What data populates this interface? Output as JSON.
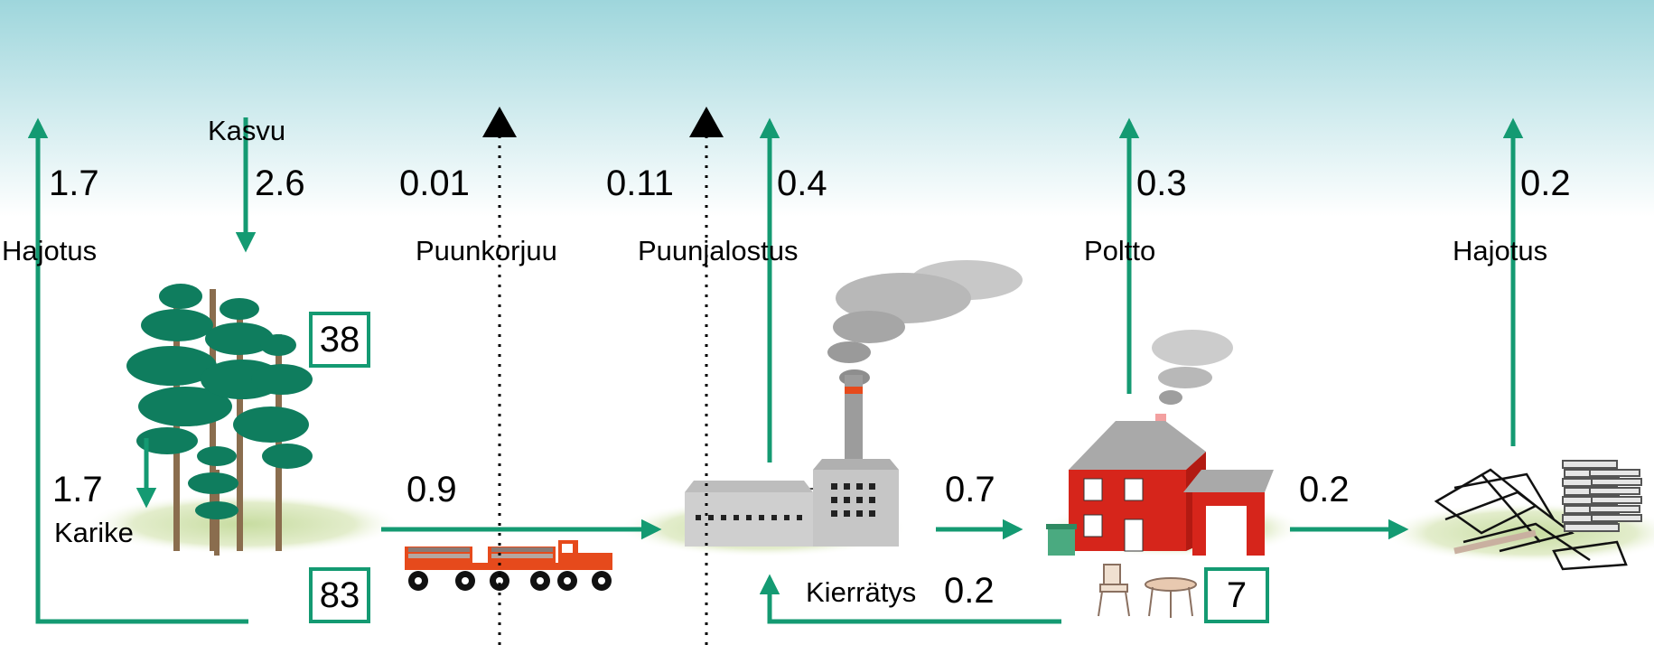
{
  "labels": {
    "kasvu": "Kasvu",
    "hajotus_left": "Hajotus",
    "puunkorjuu": "Puunkorjuu",
    "puunjalostus": "Puunjalostus",
    "poltto": "Poltto",
    "hajotus_right": "Hajotus",
    "karike": "Karike",
    "kierratys": "Kierrätys"
  },
  "flows": {
    "hajotus_left": "1.7",
    "kasvu": "2.6",
    "puunkorjuu_emission": "0.01",
    "puunjalostus_emission": "0.11",
    "factory_emission": "0.4",
    "poltto_emission": "0.3",
    "hajotus_right": "0.2",
    "karike": "1.7",
    "forest_to_factory": "0.9",
    "factory_to_house": "0.7",
    "house_to_waste": "0.2",
    "kierratys": "0.2"
  },
  "stocks": {
    "trees": "38",
    "soil": "83",
    "products": "7"
  },
  "colors": {
    "arrow_green": "#149a72",
    "tree_green": "#0f7d5e",
    "sky_top": "#9ed6dc",
    "house_red": "#d6251b",
    "truck_red": "#e64a1c"
  }
}
